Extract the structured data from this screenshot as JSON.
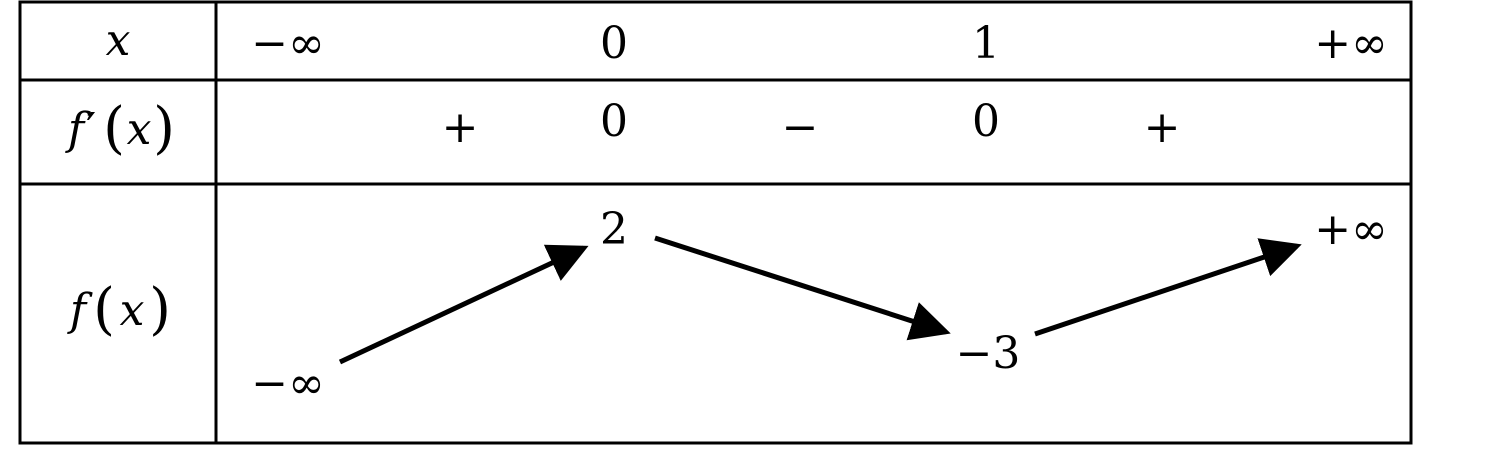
{
  "table": {
    "row_labels": {
      "x": "x",
      "fprime_f": "f",
      "fprime_prime": "′",
      "fprime_arg": "x",
      "f_f": "f",
      "f_arg": "x"
    },
    "x_values": [
      "−∞",
      "0",
      "1",
      "+∞"
    ],
    "derivative_signs": [
      "+",
      "0",
      "−",
      "0",
      "+"
    ],
    "function_values": {
      "start": "−∞",
      "max": "2",
      "min": "−3",
      "end": "+∞"
    }
  }
}
